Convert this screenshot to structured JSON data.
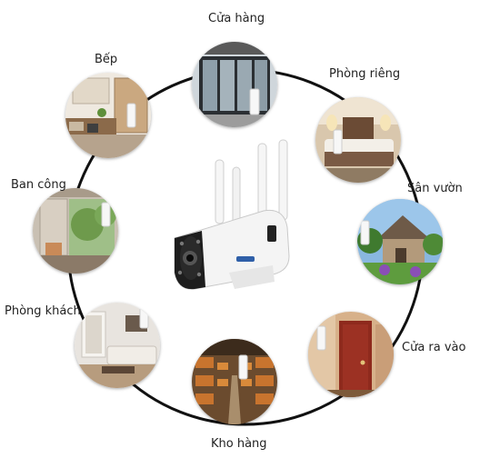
{
  "locations": [
    {
      "id": "store",
      "label": "Cửa hàng"
    },
    {
      "id": "private-room",
      "label": "Phòng riêng"
    },
    {
      "id": "garden",
      "label": "Sân vườn"
    },
    {
      "id": "entrance",
      "label": "Cửa ra vào"
    },
    {
      "id": "warehouse",
      "label": "Kho hàng"
    },
    {
      "id": "living-room",
      "label": "Phòng khách"
    },
    {
      "id": "balcony",
      "label": "Ban công"
    },
    {
      "id": "kitchen",
      "label": "Bếp"
    }
  ],
  "colors": {
    "ring": "#111111",
    "camera_body": "#f4f4f4",
    "camera_front": "#1e1e1e",
    "sensor": "#f7f7f7"
  }
}
